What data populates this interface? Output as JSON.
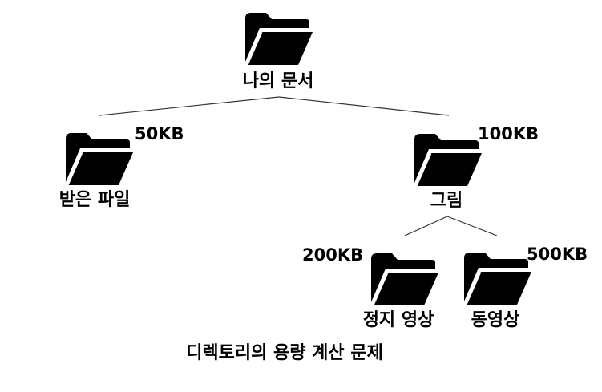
{
  "tree": {
    "root": {
      "label": "나의 문서",
      "icon": "folder-icon"
    },
    "received": {
      "label": "받은 파일",
      "size": "50KB",
      "icon": "folder-icon"
    },
    "pictures": {
      "label": "그림",
      "size": "100KB",
      "icon": "folder-icon"
    },
    "still_images": {
      "label": "정지 영상",
      "size": "200KB",
      "icon": "folder-icon"
    },
    "videos": {
      "label": "동영상",
      "size": "500KB",
      "icon": "folder-icon"
    }
  },
  "caption": "디렉토리의 용량 계산 문제",
  "colors": {
    "foreground": "#000000",
    "background": "#ffffff",
    "edge": "#333333"
  }
}
